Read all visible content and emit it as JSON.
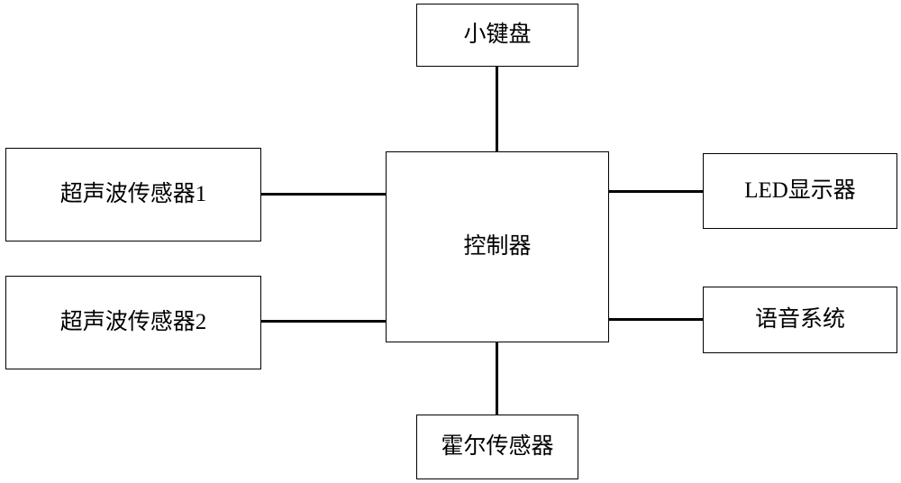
{
  "diagram": {
    "type": "block-diagram",
    "nodes": [
      {
        "id": "keypad",
        "label": "小键盘"
      },
      {
        "id": "sensor1",
        "label": "超声波传感器1"
      },
      {
        "id": "sensor2",
        "label": "超声波传感器2"
      },
      {
        "id": "controller",
        "label": "控制器"
      },
      {
        "id": "led",
        "label": "LED显示器"
      },
      {
        "id": "voice",
        "label": "语音系统"
      },
      {
        "id": "hall",
        "label": "霍尔传感器"
      }
    ],
    "edges": [
      {
        "id": "keypad-controller",
        "from": "keypad",
        "to": "controller"
      },
      {
        "id": "sensor1-controller",
        "from": "sensor1",
        "to": "controller"
      },
      {
        "id": "sensor2-controller",
        "from": "sensor2",
        "to": "controller"
      },
      {
        "id": "controller-led",
        "from": "controller",
        "to": "led"
      },
      {
        "id": "controller-voice",
        "from": "controller",
        "to": "voice"
      },
      {
        "id": "hall-controller",
        "from": "hall",
        "to": "controller"
      }
    ],
    "colors": {
      "background": "#ffffff",
      "stroke": "#000000",
      "text": "#000000"
    }
  }
}
